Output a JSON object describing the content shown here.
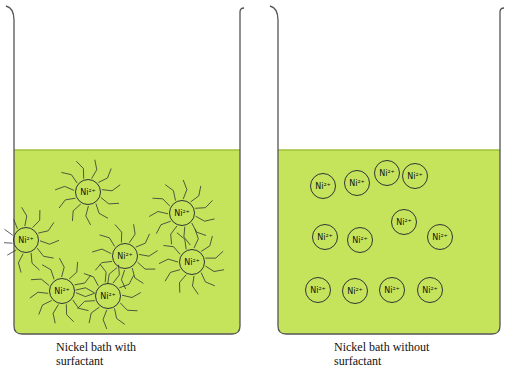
{
  "diagram": {
    "nodes": [
      {
        "text": [
          "Nickel bath with surfactant"
        ]
      },
      {
        "text": [
          "Ni²⁺"
        ],
        "in": 0
      },
      {
        "text": [
          "Ni²⁺"
        ],
        "in": 0
      },
      {
        "text": [
          "Ni²⁺"
        ],
        "in": 0
      },
      {
        "text": [
          "Ni²⁺"
        ],
        "in": 0
      },
      {
        "text": [
          "Ni²⁺"
        ],
        "in": 0
      },
      {
        "text": [
          "Ni²⁺"
        ],
        "in": 0
      },
      {
        "text": [
          "Ni²⁺"
        ],
        "in": 0
      },
      {
        "text": [
          "Nickel bath without surfactant"
        ]
      },
      {
        "text": [
          "Ni²⁺"
        ],
        "in": 8
      },
      {
        "text": [
          "Ni²⁺"
        ],
        "in": 8
      },
      {
        "text": [
          "Ni²⁺"
        ],
        "in": 8
      },
      {
        "text": [
          "Ni²⁺"
        ],
        "in": 8
      },
      {
        "text": [
          "Ni²⁺"
        ],
        "in": 8
      },
      {
        "text": [
          "Ni²⁺"
        ],
        "in": 8
      },
      {
        "text": [
          "Ni²⁺"
        ],
        "in": 8
      },
      {
        "text": [
          "Ni²⁺"
        ],
        "in": 8
      },
      {
        "text": [
          "Ni²⁺"
        ],
        "in": 8
      },
      {
        "text": [
          "Ni²⁺"
        ],
        "in": 8
      },
      {
        "text": [
          "Ni²⁺"
        ],
        "in": 8
      },
      {
        "text": [
          "Ni²⁺"
        ],
        "in": 8
      }
    ]
  }
}
